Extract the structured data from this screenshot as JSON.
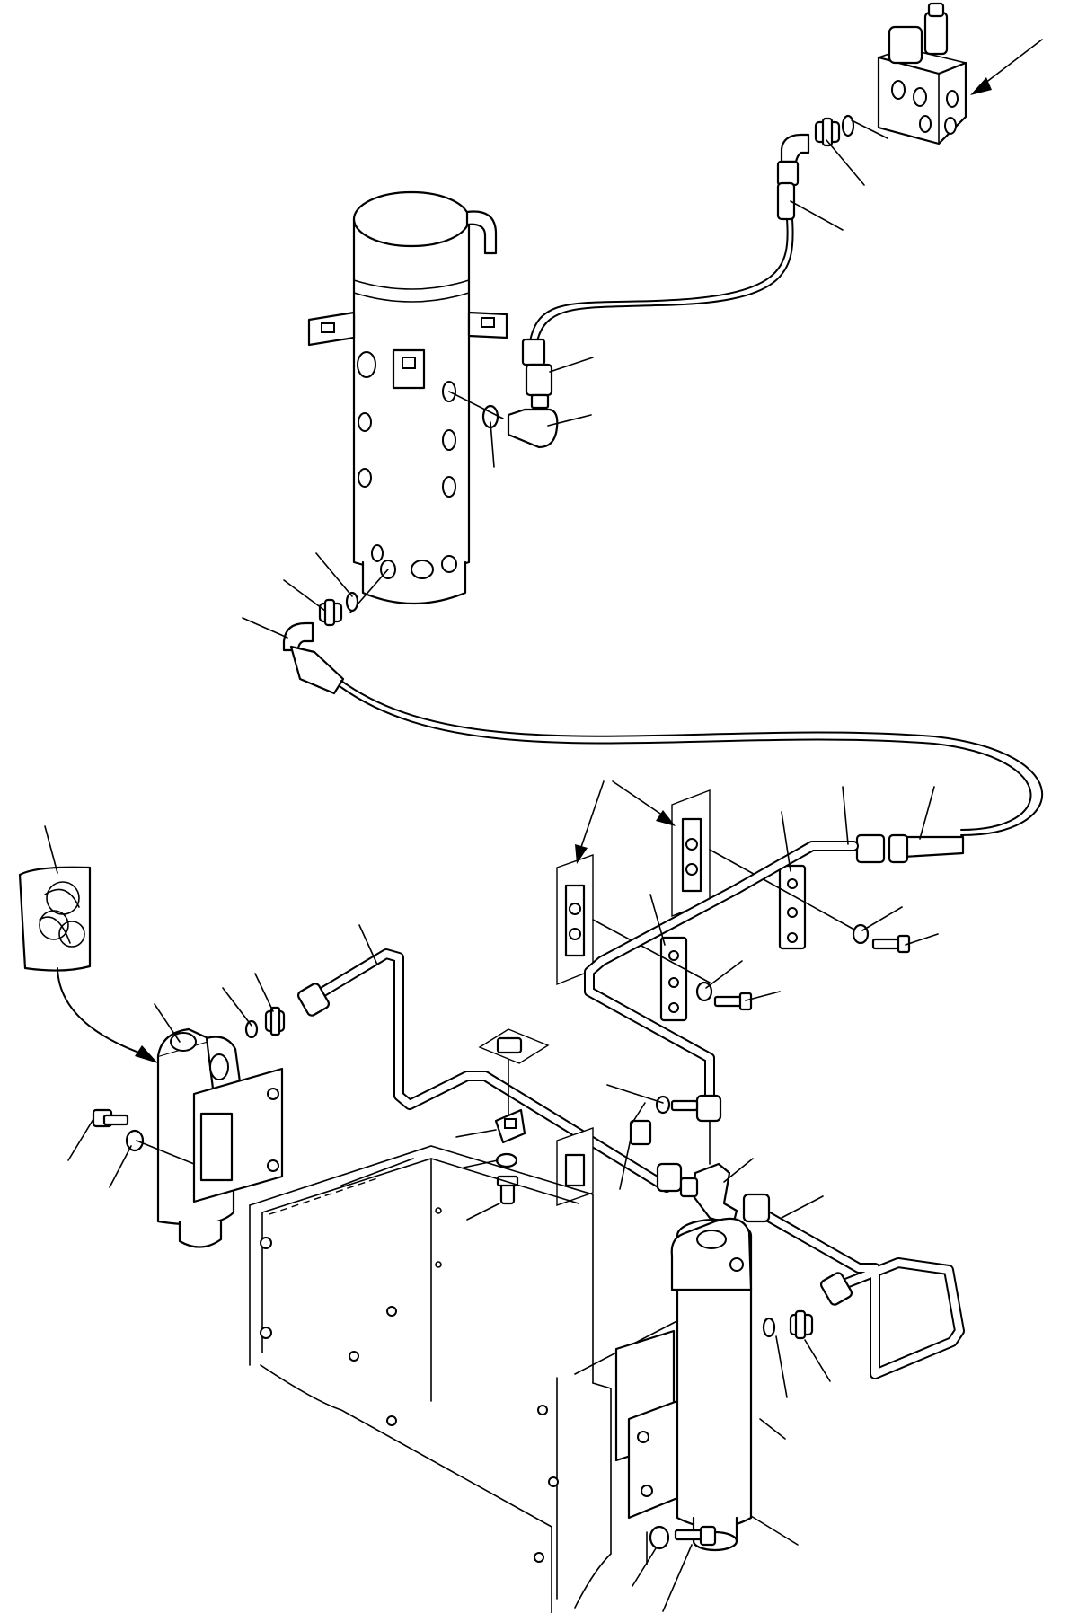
{
  "diagram": {
    "components": [
      {
        "id": "solenoid-valve",
        "label": ""
      },
      {
        "id": "swivel-joint",
        "label": ""
      },
      {
        "id": "upper-filter",
        "label": ""
      },
      {
        "id": "lower-filter",
        "label": ""
      },
      {
        "id": "seal-kit",
        "label": ""
      }
    ],
    "callout_labels": []
  }
}
